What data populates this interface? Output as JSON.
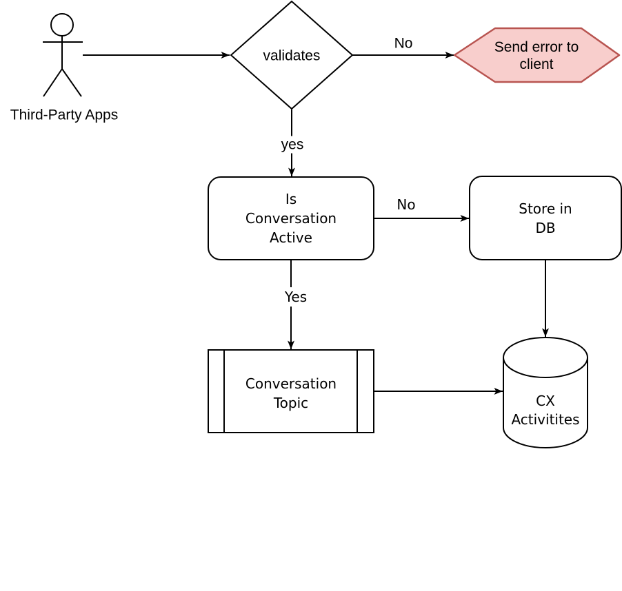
{
  "canvas": {
    "background_color": "#ffffff",
    "line_color": "#000000"
  },
  "nodes": {
    "actor": {
      "label": "Third-Party Apps"
    },
    "validates": {
      "label": "validates"
    },
    "send_error": {
      "label": "Send error to client",
      "fill": "#f8cecc",
      "stroke": "#b85450"
    },
    "is_conversation_active": {
      "label": "Is\nConversation\nActive"
    },
    "store_in_db": {
      "label": "Store in DB"
    },
    "conversation_topic": {
      "label": "Conversation\nTopic"
    },
    "cx_activities": {
      "label": "CX\nActivitites"
    }
  },
  "edges": {
    "validates_no": {
      "label": "No"
    },
    "validates_yes": {
      "label": "yes"
    },
    "active_no": {
      "label": "No"
    },
    "active_yes": {
      "label": "Yes"
    }
  }
}
